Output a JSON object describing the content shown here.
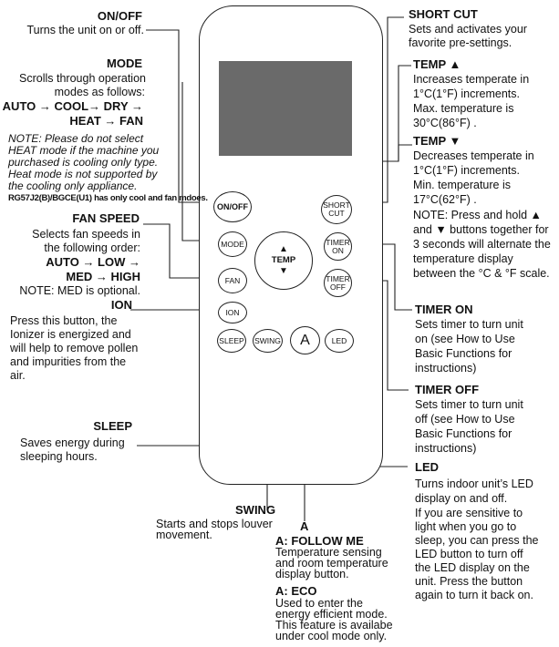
{
  "buttons": {
    "onoff": "ON/OFF",
    "short_cut": [
      "SHORT",
      "CUT"
    ],
    "mode": "MODE",
    "temp": "TEMP",
    "timer_on": [
      "TIMER",
      "ON"
    ],
    "fan": "FAN",
    "timer_off": [
      "TIMER",
      "OFF"
    ],
    "ion": "ION",
    "sleep": "SLEEP",
    "swing": "SWING",
    "a": "A",
    "led": "LED"
  },
  "callouts": {
    "onoff": {
      "title": "ON/OFF",
      "lines": [
        "Turns the unit on or off."
      ]
    },
    "mode": {
      "title": "MODE",
      "lines": [
        "Scrolls through operation",
        "modes as follows:",
        "AUTO → COOL→ DRY →",
        "HEAT → FAN"
      ],
      "note_lines": [
        "NOTE:  Please do not select",
        "HEAT mode if the machine you",
        "purchased is cooling only type.",
        "Heat mode is not supported by",
        "the cooling only appliance."
      ],
      "model_note": "RG57J2(B)/BGCE(U1) has only cool and fan mdoes."
    },
    "fan_speed": {
      "title": "FAN SPEED",
      "lines": [
        "Selects fan speeds in",
        "the following order:",
        "AUTO → LOW →",
        "MED → HIGH",
        "NOTE: MED is optional."
      ]
    },
    "ion": {
      "title": "ION",
      "lines": [
        "Press this button, the",
        "Ionizer is energized and",
        "will help to remove pollen",
        "and impurities from the",
        "air."
      ]
    },
    "sleep": {
      "title": "SLEEP",
      "lines": [
        "Saves energy during",
        "sleeping hours."
      ]
    },
    "swing": {
      "title": "SWING",
      "lines": [
        "Starts and stops louver",
        "movement."
      ]
    },
    "a": {
      "title": "A",
      "follow_me_title": "A: FOLLOW ME",
      "follow_me_lines": [
        "Temperature sensing",
        "and room temperature",
        "display button."
      ],
      "eco_title": "A: ECO",
      "eco_lines": [
        "Used to enter the",
        "energy efficient mode.",
        "This feature is availabe",
        "under cool mode only."
      ]
    },
    "short_cut": {
      "title": "SHORT CUT",
      "lines": [
        "Sets and activates your",
        "favorite pre-settings."
      ]
    },
    "temp_up": {
      "title": "TEMP ▲",
      "lines": [
        "Increases temperate in",
        "1°C(1°F) increments.",
        "Max. temperature is",
        "30°C(86°F) ."
      ]
    },
    "temp_down": {
      "title": "TEMP ▼",
      "lines": [
        "Decreases temperate in",
        "1°C(1°F) increments.",
        "Min. temperature is",
        "17°C(62°F) .",
        "NOTE: Press and hold  ▲",
        "and  ▼ buttons together for",
        "3 seconds will alternate the",
        "temperature display",
        "between the °C & °F scale."
      ]
    },
    "timer_on": {
      "title": "TIMER ON",
      "lines": [
        "Sets timer to turn unit",
        "on (see How to Use",
        "Basic Functions for",
        "instructions)"
      ]
    },
    "timer_off": {
      "title": "TIMER OFF",
      "lines": [
        "Sets timer to turn unit",
        "off (see How to Use",
        "Basic Functions  for",
        "instructions)"
      ]
    },
    "led": {
      "title": "LED",
      "lines": [
        "Turns indoor unit’s LED",
        "display on and off.",
        "If you are sensitive to",
        "light when you go to",
        "sleep, you can press the",
        "LED button to turn off",
        "the LED display on the",
        "unit. Press the button",
        "again to turn it back on."
      ]
    }
  }
}
